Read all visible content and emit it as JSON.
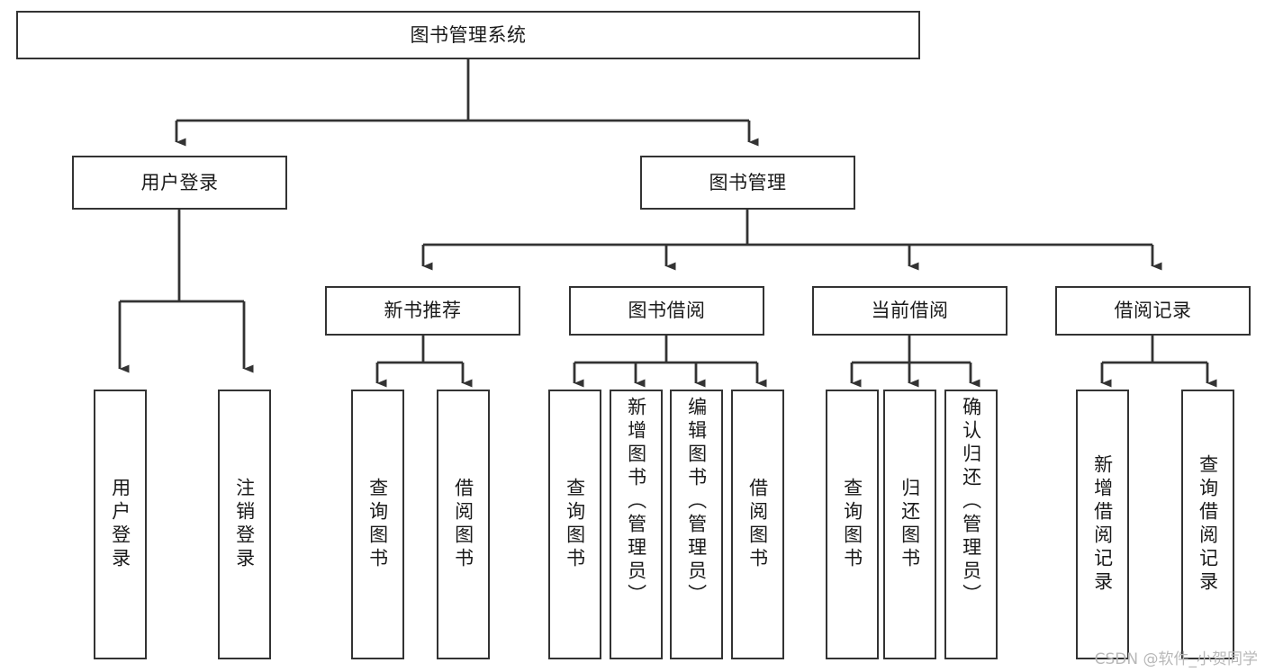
{
  "diagram": {
    "type": "hierarchy-tree",
    "title": "图书管理系统",
    "orientation": "top-down",
    "colors": {
      "box_stroke": "#333333",
      "box_fill": "#ffffff",
      "connector": "#333333",
      "text": "#1a1a1a",
      "watermark": "#b8b8b8"
    },
    "root": {
      "label": "图书管理系统"
    },
    "level2": [
      {
        "label": "用户登录"
      },
      {
        "label": "图书管理"
      }
    ],
    "level3": [
      {
        "label": "新书推荐"
      },
      {
        "label": "图书借阅"
      },
      {
        "label": "当前借阅"
      },
      {
        "label": "借阅记录"
      }
    ],
    "leaves": {
      "user_login": [
        {
          "label": "用户登录"
        },
        {
          "label": "注销登录"
        }
      ],
      "new_book_recommend": [
        {
          "label": "查询图书"
        },
        {
          "label": "借阅图书"
        }
      ],
      "book_borrow": [
        {
          "label": "查询图书"
        },
        {
          "label": "新增图书（管理员）"
        },
        {
          "label": "编辑图书（管理员）"
        },
        {
          "label": "借阅图书"
        }
      ],
      "current_borrow": [
        {
          "label": "查询图书"
        },
        {
          "label": "归还图书"
        },
        {
          "label": "确认归还（管理员）"
        }
      ],
      "borrow_record": [
        {
          "label": "新增借阅记录"
        },
        {
          "label": "查询借阅记录"
        }
      ]
    }
  },
  "watermark": {
    "text": "CSDN @软件_小贺同学"
  }
}
